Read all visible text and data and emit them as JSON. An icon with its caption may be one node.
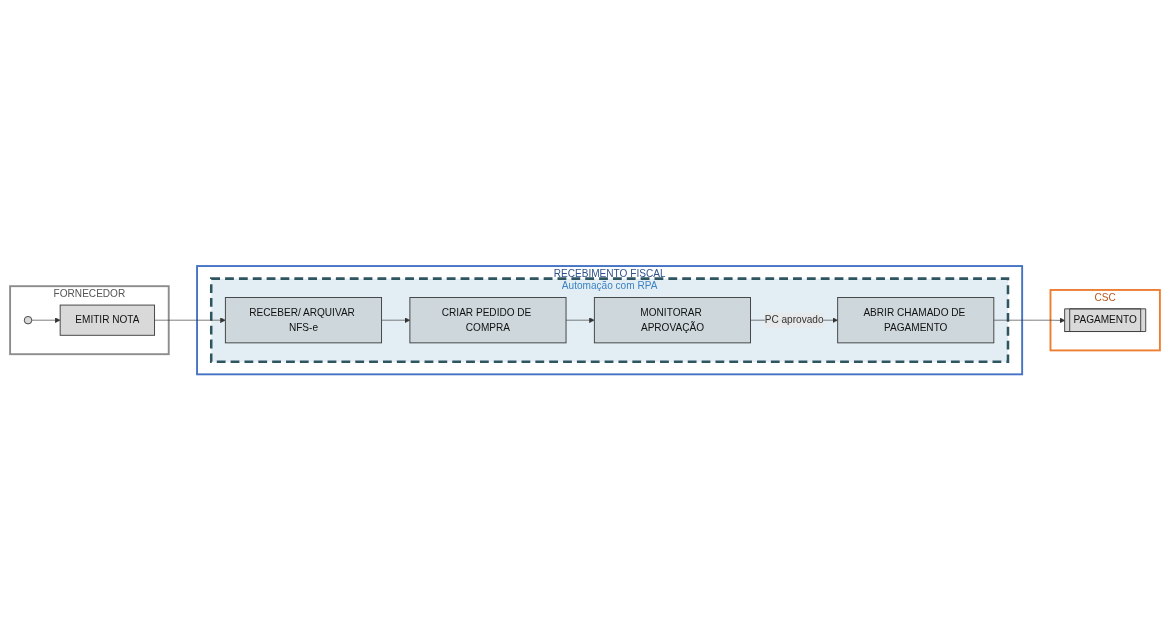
{
  "diagram": {
    "nodes": [
      {
        "text": [
          "FORNECEDOR"
        ]
      },
      {
        "text": [],
        "shape": "circle",
        "in": 0
      },
      {
        "text": [
          "EMITIR NOTA"
        ],
        "in": 0
      },
      {
        "text": [
          "RECEBIMENTO FISCAL"
        ]
      },
      {
        "text": [
          "Automação com RPA"
        ],
        "in": 3
      },
      {
        "text": [
          "RECEBER/ ARQUIVAR NFS-e"
        ],
        "in": 4
      },
      {
        "text": [
          "CRIAR PEDIDO DE COMPRA"
        ],
        "in": 4
      },
      {
        "text": [
          "MONITORAR APROVAÇÃO"
        ],
        "in": 4
      },
      {
        "text": [
          "ABRIR CHAMADO DE PAGAMENTO"
        ],
        "in": 4
      },
      {
        "text": [
          "CSC"
        ]
      },
      {
        "text": [
          "PAGAMENTO"
        ],
        "in": 9
      }
    ],
    "edges": [
      {
        "from": 1,
        "to": 2,
        "arrow": "to"
      },
      {
        "from": 2,
        "to": 5,
        "arrow": "to"
      },
      {
        "from": 5,
        "to": 6,
        "arrow": "to"
      },
      {
        "from": 6,
        "to": 7,
        "arrow": "to"
      },
      {
        "from": 7,
        "to": 8,
        "arrow": "to",
        "label": "PC aprovado"
      },
      {
        "from": 8,
        "to": 10,
        "arrow": "to"
      }
    ]
  }
}
